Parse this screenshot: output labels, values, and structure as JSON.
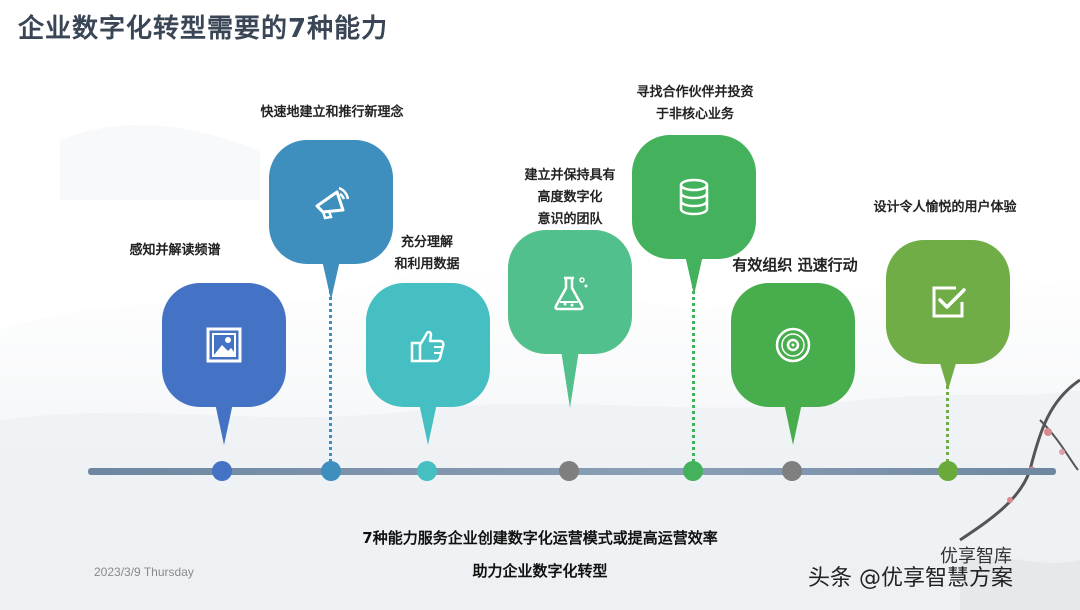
{
  "title": "企业数字化转型需要的7种能力",
  "capabilities": [
    {
      "label_lines": [
        "感知并解读频谱"
      ],
      "icon": "image-icon",
      "color": "#4472c4"
    },
    {
      "label_lines": [
        "快速地建立和推行新理念"
      ],
      "icon": "megaphone-icon",
      "color": "#3f8fbe"
    },
    {
      "label_lines": [
        "充分理解",
        "和利用数据"
      ],
      "icon": "thumbs-up-icon",
      "color": "#45bfc2"
    },
    {
      "label_lines": [
        "建立并保持具有",
        "高度数字化",
        "意识的团队"
      ],
      "icon": "flask-icon",
      "color": "#52c08c"
    },
    {
      "label_lines": [
        "寻找合作伙伴并投资",
        "于非核心业务"
      ],
      "icon": "database-icon",
      "color": "#44b25c"
    },
    {
      "label_lines": [
        "有效组织  迅速行动"
      ],
      "icon": "disc-icon",
      "color": "#48ad4c"
    },
    {
      "label_lines": [
        "设计令人愉悦的用户体验"
      ],
      "icon": "checkbox-icon",
      "color": "#70ad47"
    }
  ],
  "dot_colors": [
    "#4472c4",
    "#3f8fbe",
    "#45bfc2",
    "#7f7f7f",
    "#44b25c",
    "#7f7f7f",
    "#6aaa3a"
  ],
  "footer": {
    "line1": "7种能力服务企业创建数字化运营模式或提高运营效率",
    "line2": "助力企业数字化转型"
  },
  "date": "2023/3/9 Thursday",
  "watermark": "头条 @优享智慧方案",
  "watermark_small": "优享智库"
}
